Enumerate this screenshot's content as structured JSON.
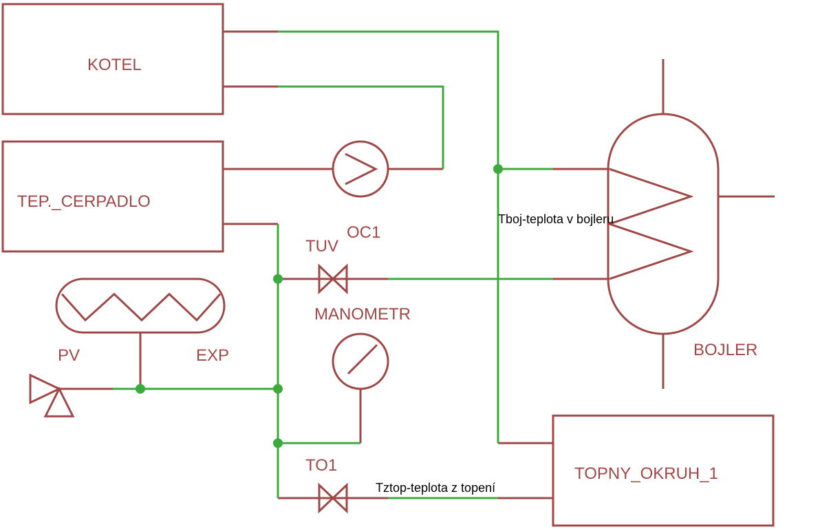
{
  "components": {
    "kotel": "KOTEL",
    "tep_cerpadlo": "TEP._CERPADLO",
    "topny_okruh_1": "TOPNY_OKRUH_1",
    "bojler": "BOJLER",
    "oc1": "OC1",
    "tuv": "TUV",
    "manometr": "MANOMETR",
    "pv": "PV",
    "exp": "EXP",
    "to1": "TO1"
  },
  "annotations": {
    "tboj": "Tboj-teplota v bojleru",
    "tztop": "Tztop-teplota z topení"
  },
  "colors": {
    "symbol": "#A04848",
    "wire": "#3CAA3C",
    "note_text": "#000000",
    "background": "#FFFFFF"
  }
}
